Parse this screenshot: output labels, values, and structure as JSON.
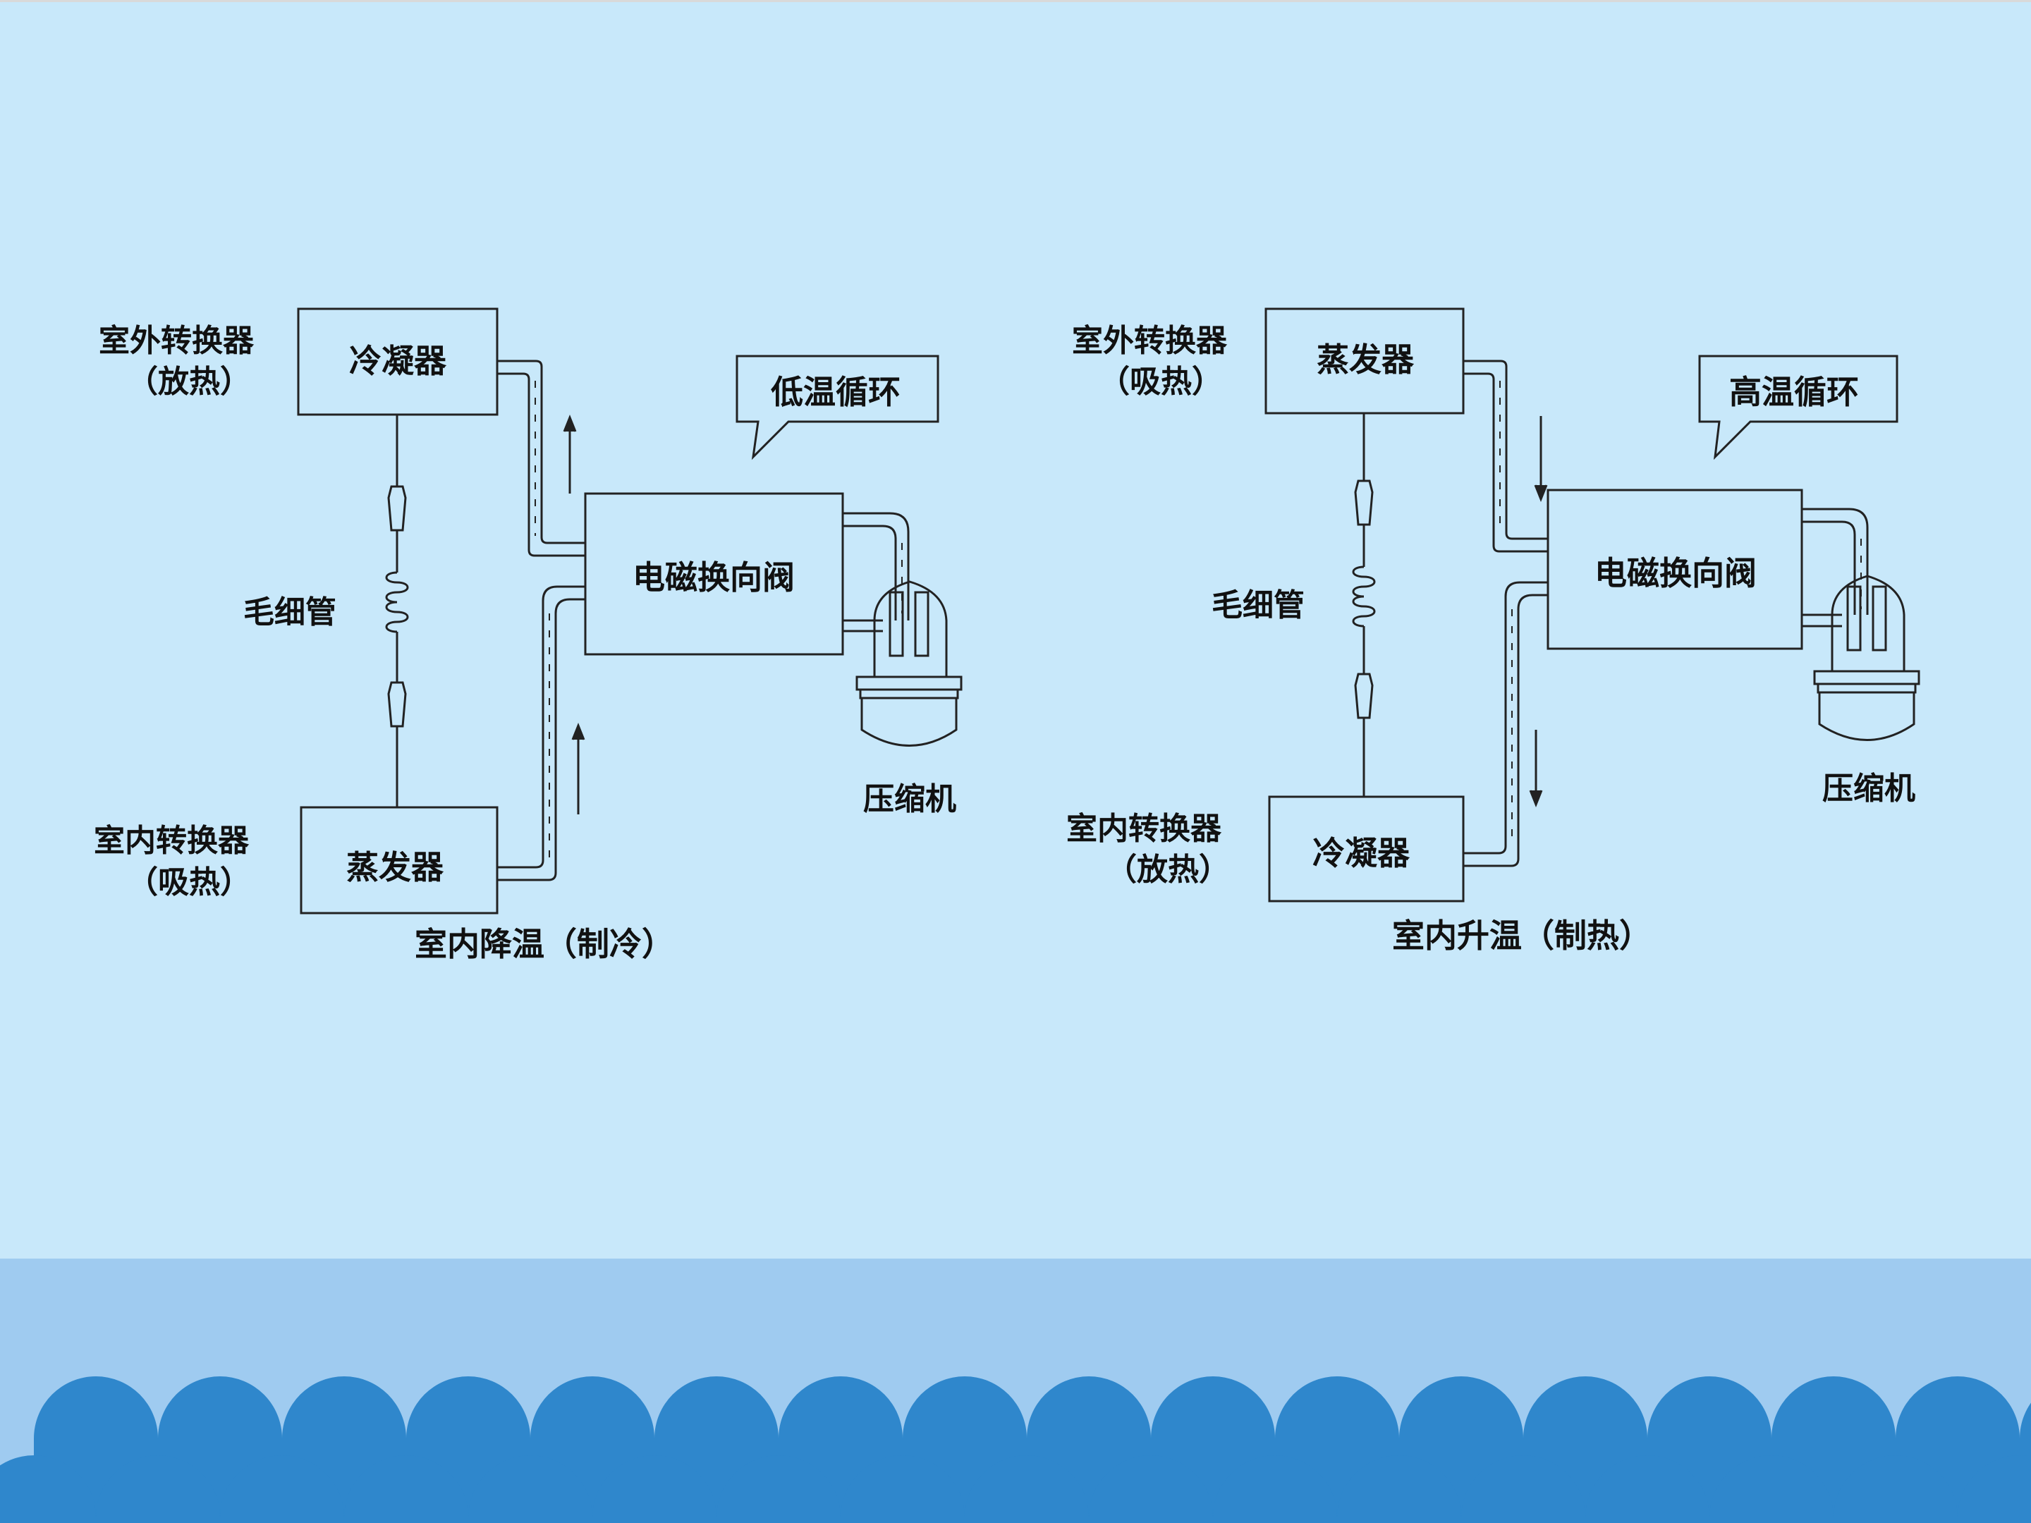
{
  "cooling": {
    "outdoor_exchanger": "室外转换器",
    "outdoor_role": "（放热）",
    "outdoor_component": "冷凝器",
    "capillary": "毛细管",
    "indoor_exchanger": "室内转换器",
    "indoor_role": "（吸热）",
    "indoor_component": "蒸发器",
    "valve": "电磁换向阀",
    "compressor": "压缩机",
    "callout": "低温循环",
    "caption": "室内降温（制冷）"
  },
  "heating": {
    "outdoor_exchanger": "室外转换器",
    "outdoor_role": "（吸热）",
    "outdoor_component": "蒸发器",
    "capillary": "毛细管",
    "indoor_exchanger": "室内转换器",
    "indoor_role": "（放热）",
    "indoor_component": "冷凝器",
    "valve": "电磁换向阀",
    "compressor": "压缩机",
    "callout": "高温循环",
    "caption": "室内升温（制热）"
  },
  "colors": {
    "background": "#c8e8fa",
    "band": "#9fcbf0",
    "wave": "#2f87cc",
    "line": "#222222"
  }
}
